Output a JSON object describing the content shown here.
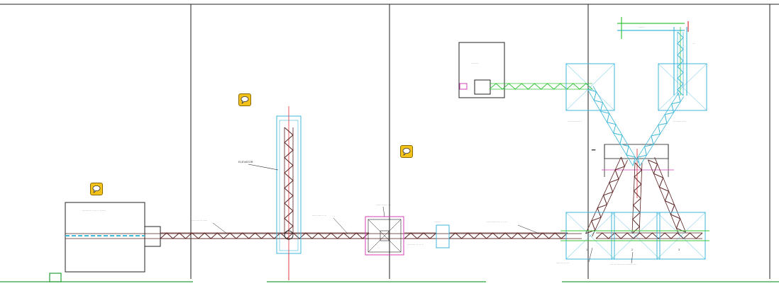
{
  "drawing": {
    "colors": {
      "frame": "#222222",
      "cyan": "#3fb7d9",
      "green": "#37c43a",
      "red": "#e0303a",
      "magenta": "#d43fb4",
      "truss": "#5a2020",
      "ground": "#27a23a"
    },
    "comment_markers": [
      {
        "icon": "speech-bubble-icon"
      },
      {
        "icon": "speech-bubble-icon"
      },
      {
        "icon": "speech-bubble-icon"
      }
    ],
    "labels": {
      "hopper": "........ ... ..... .. ........",
      "elevator": "ELEVATOR",
      "conveyor_1": "...... .... ... ......",
      "conveyor_2": "...... ...... .. ...",
      "transfer_box": "....... ........ ....",
      "conveyor_3": "...... ...... ... .. ...",
      "conveyor_4": "...... ....... .... .. .. ...",
      "small_box": "..........",
      "bin_left": "....... ........... ..",
      "bin_right": "..... ....... ......",
      "support": "......",
      "bottom_left_note": "...... .... ... ....",
      "bottom_right_note": "..... .... ............ ............ .....",
      "bin_1": "1",
      "bin_2": "2",
      "bin_3": "3",
      "top_note": "..........",
      "top_right_note": "...."
    }
  }
}
